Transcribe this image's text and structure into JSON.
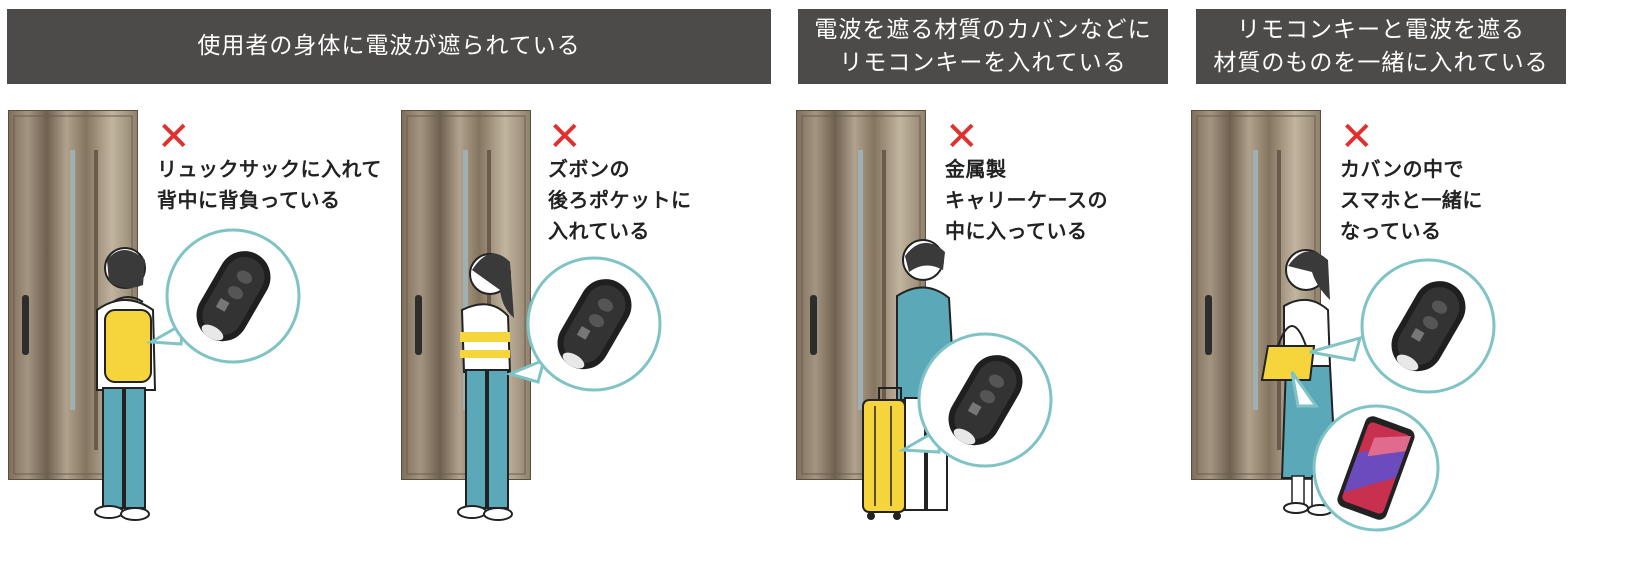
{
  "headers": [
    {
      "text": "使用者の身体に電波が遮られている"
    },
    {
      "text": "電波を遮る材質のカバンなどに\nリモコンキーを入れている"
    },
    {
      "text": "リモコンキーと電波を遮る\n材質のものを一緒に入れている"
    }
  ],
  "scenes": [
    {
      "mark": "✕",
      "caption": "リュックサックに入れて\n背中に背負っている"
    },
    {
      "mark": "✕",
      "caption": "ズボンの\n後ろポケットに\n入れている"
    },
    {
      "mark": "✕",
      "caption": "金属製\nキャリーケースの\n中に入っている"
    },
    {
      "mark": "✕",
      "caption": "カバンの中で\nスマホと一緒に\nなっている"
    }
  ],
  "colors": {
    "header_bg": "#4d4b4a",
    "cross": "#e0312e",
    "bubble_ring": "#7fc3c6",
    "clothing_teal": "#5aa8b8",
    "bag_yellow": "#f5d53b",
    "door_wood": "#8a7a66"
  },
  "icons": [
    "remote-key-icon",
    "smartphone-icon",
    "door-icon",
    "person-icon",
    "backpack-icon",
    "suitcase-icon",
    "tote-bag-icon"
  ]
}
